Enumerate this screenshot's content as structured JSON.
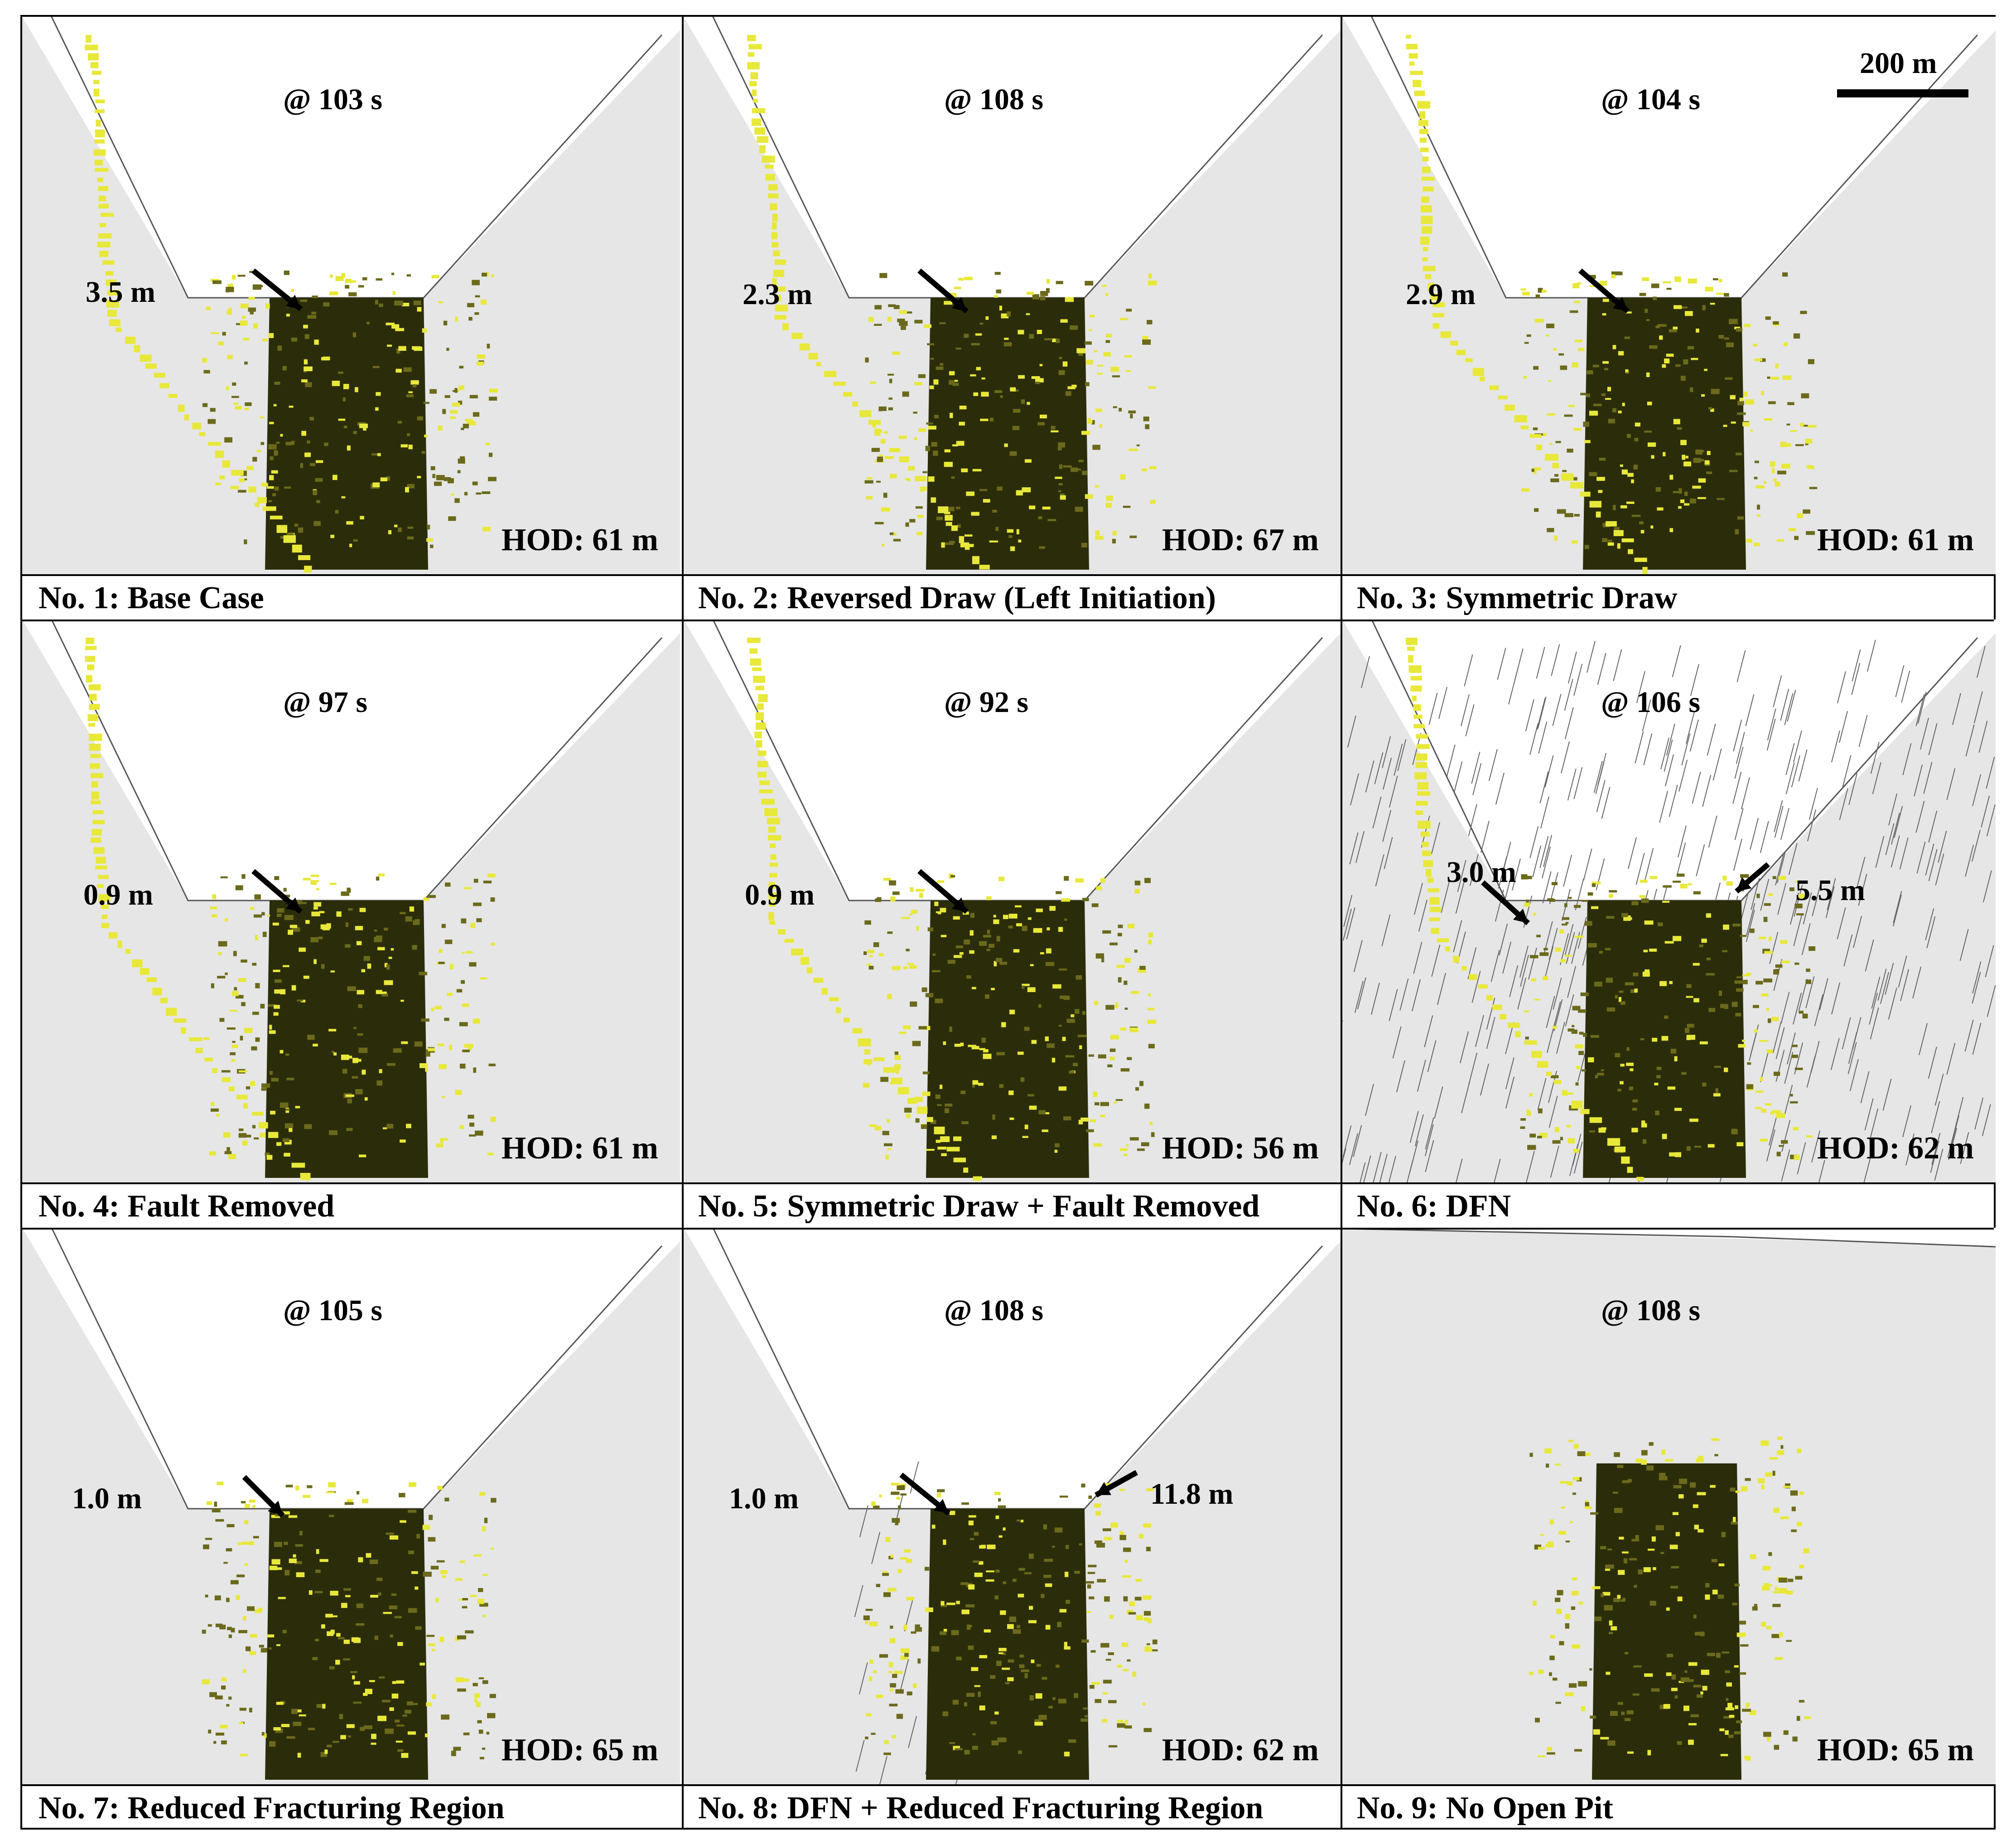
{
  "panels": [
    {
      "id": 1,
      "time": "@ 103 s",
      "hod": "HOD: 61 m",
      "caption": "No. 1: Base Case",
      "displacements": [
        "3.5 m"
      ]
    },
    {
      "id": 2,
      "time": "@ 108 s",
      "hod": "HOD: 67 m",
      "caption": "No. 2: Reversed Draw (Left Initiation)",
      "displacements": [
        "2.3 m"
      ]
    },
    {
      "id": 3,
      "time": "@ 104 s",
      "hod": "HOD: 61 m",
      "caption": "No. 3: Symmetric Draw",
      "displacements": [
        "2.9 m"
      ]
    },
    {
      "id": 4,
      "time": "@ 97 s",
      "hod": "HOD: 61 m",
      "caption": "No. 4: Fault Removed",
      "displacements": [
        "0.9 m"
      ]
    },
    {
      "id": 5,
      "time": "@ 92 s",
      "hod": "HOD: 56 m",
      "caption": "No. 5: Symmetric Draw + Fault Removed",
      "displacements": [
        "0.9 m"
      ]
    },
    {
      "id": 6,
      "time": "@ 106 s",
      "hod": "HOD: 62 m",
      "caption": "No. 6: DFN",
      "displacements": [
        "3.0 m",
        "5.5 m"
      ]
    },
    {
      "id": 7,
      "time": "@ 105 s",
      "hod": "HOD: 65 m",
      "caption": "No. 7: Reduced Fracturing Region",
      "displacements": [
        "1.0 m"
      ]
    },
    {
      "id": 8,
      "time": "@ 108 s",
      "hod": "HOD: 62 m",
      "caption": "No. 8: DFN + Reduced Fracturing Region",
      "displacements": [
        "1.0 m",
        "11.8 m"
      ]
    },
    {
      "id": 9,
      "time": "@ 108 s",
      "hod": "HOD: 65 m",
      "caption": "No. 9: No Open Pit",
      "displacements": []
    }
  ],
  "scale_bar": "200 m",
  "colors": {
    "rock": "#e6e6e6",
    "cave": "#2b2d0a",
    "fracture": "#e8e83a",
    "outline": "#000000"
  }
}
